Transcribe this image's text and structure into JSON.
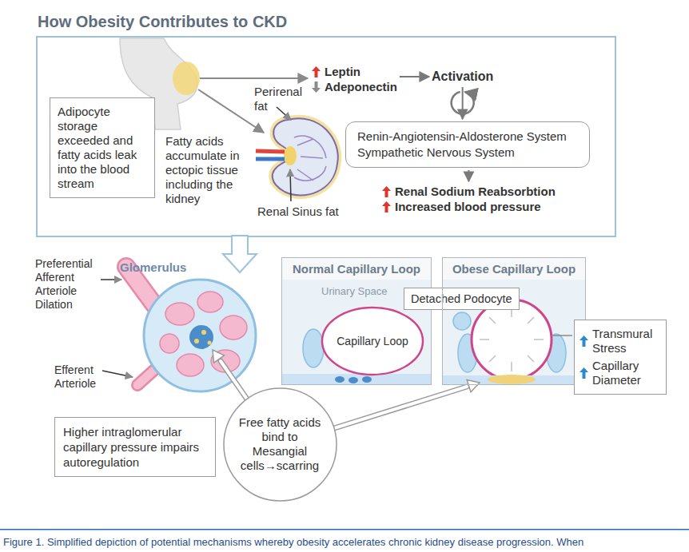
{
  "diagram": {
    "title": "How Obesity Contributes to CKD",
    "caption": "Figure 1. Simplified depiction of potential mechanisms whereby obesity accelerates chronic kidney disease progression. When",
    "nodes": [
      {
        "text": [
          "Adipocyte storage exceeded and fatty acids leak into the blood stream"
        ]
      },
      {
        "text": [
          "Leptin",
          "Adeponectin"
        ]
      },
      {
        "text": [
          "Activation"
        ]
      },
      {
        "text": [
          "Renin-Angiotensin-Aldosterone System",
          "Sympathetic Nervous System"
        ]
      },
      {
        "text": [
          "Renal Sodium Reabsorbtion",
          "Increased blood pressure"
        ]
      },
      {
        "text": [
          "Normal Capillary Loop"
        ]
      },
      {
        "text": [
          "Capillary Loop"
        ],
        "in": 5
      },
      {
        "text": [
          "Detached Podocyte"
        ]
      },
      {
        "text": [
          "Obese Capillary Loop"
        ]
      },
      {
        "text": [
          "Transmural Stress",
          "Capillary Diameter"
        ]
      },
      {
        "text": [
          "Higher intraglomerular capillary pressure impairs autoregulation"
        ]
      },
      {
        "text": [
          "Free fatty acids bind to Mesangial cells→scarring"
        ]
      }
    ],
    "edges": [
      {
        "from": 1,
        "to": 2,
        "arrow": "to"
      },
      {
        "from": 2,
        "to": 3,
        "arrow": "to"
      },
      {
        "from": 3,
        "to": 4,
        "arrow": "to"
      }
    ],
    "labels": [
      "Perirenal fat",
      "Fatty acids accumulate in ectopic tissue including the kidney",
      "Renal Sinus fat",
      "Glomerulus",
      "Preferential Afferent Arteriole Dilation",
      "Urinary Space",
      "Efferent Arteriole"
    ]
  }
}
